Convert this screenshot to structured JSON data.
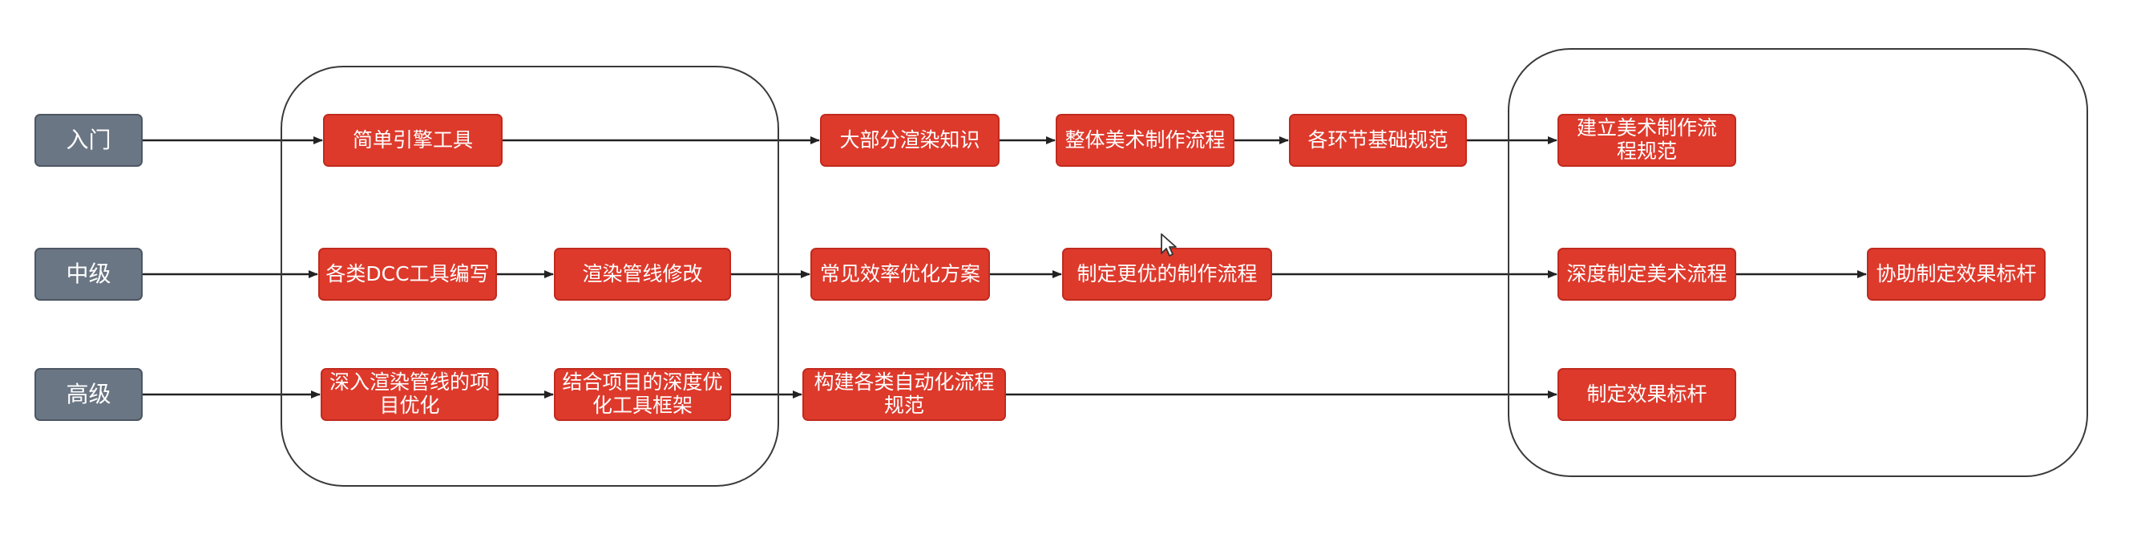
{
  "colors": {
    "level_fill": "#6b7684",
    "task_fill": "#dd3a2c",
    "text": "#ffffff",
    "edge": "#222222"
  },
  "levels": {
    "beginner": "入门",
    "intermediate": "中级",
    "advanced": "高级"
  },
  "tasks": {
    "simple_engine_tools": "简单引擎工具",
    "rendering_knowledge": "大部分渲染知识",
    "art_workflow": "整体美术制作流程",
    "stage_standards": "各环节基础规范",
    "build_art_workflow_standard": "建立美术制作流程规范",
    "dcc_tool_scripting": "各类DCC工具编写",
    "pipeline_modification": "渲染管线修改",
    "efficiency_optimization": "常见效率优化方案",
    "better_workflow": "制定更优的制作流程",
    "deep_art_workflow": "深度制定美术流程",
    "assist_effect_benchmark": "协助制定效果标杆",
    "pipeline_project_optimization": "深入渲染管线的项目优化",
    "deep_tool_framework": "结合项目的深度优化工具框架",
    "automation_standards": "构建各类自动化流程规范",
    "effect_benchmark": "制定效果标杆"
  },
  "icons": {
    "cursor": "mouse-pointer-icon"
  }
}
